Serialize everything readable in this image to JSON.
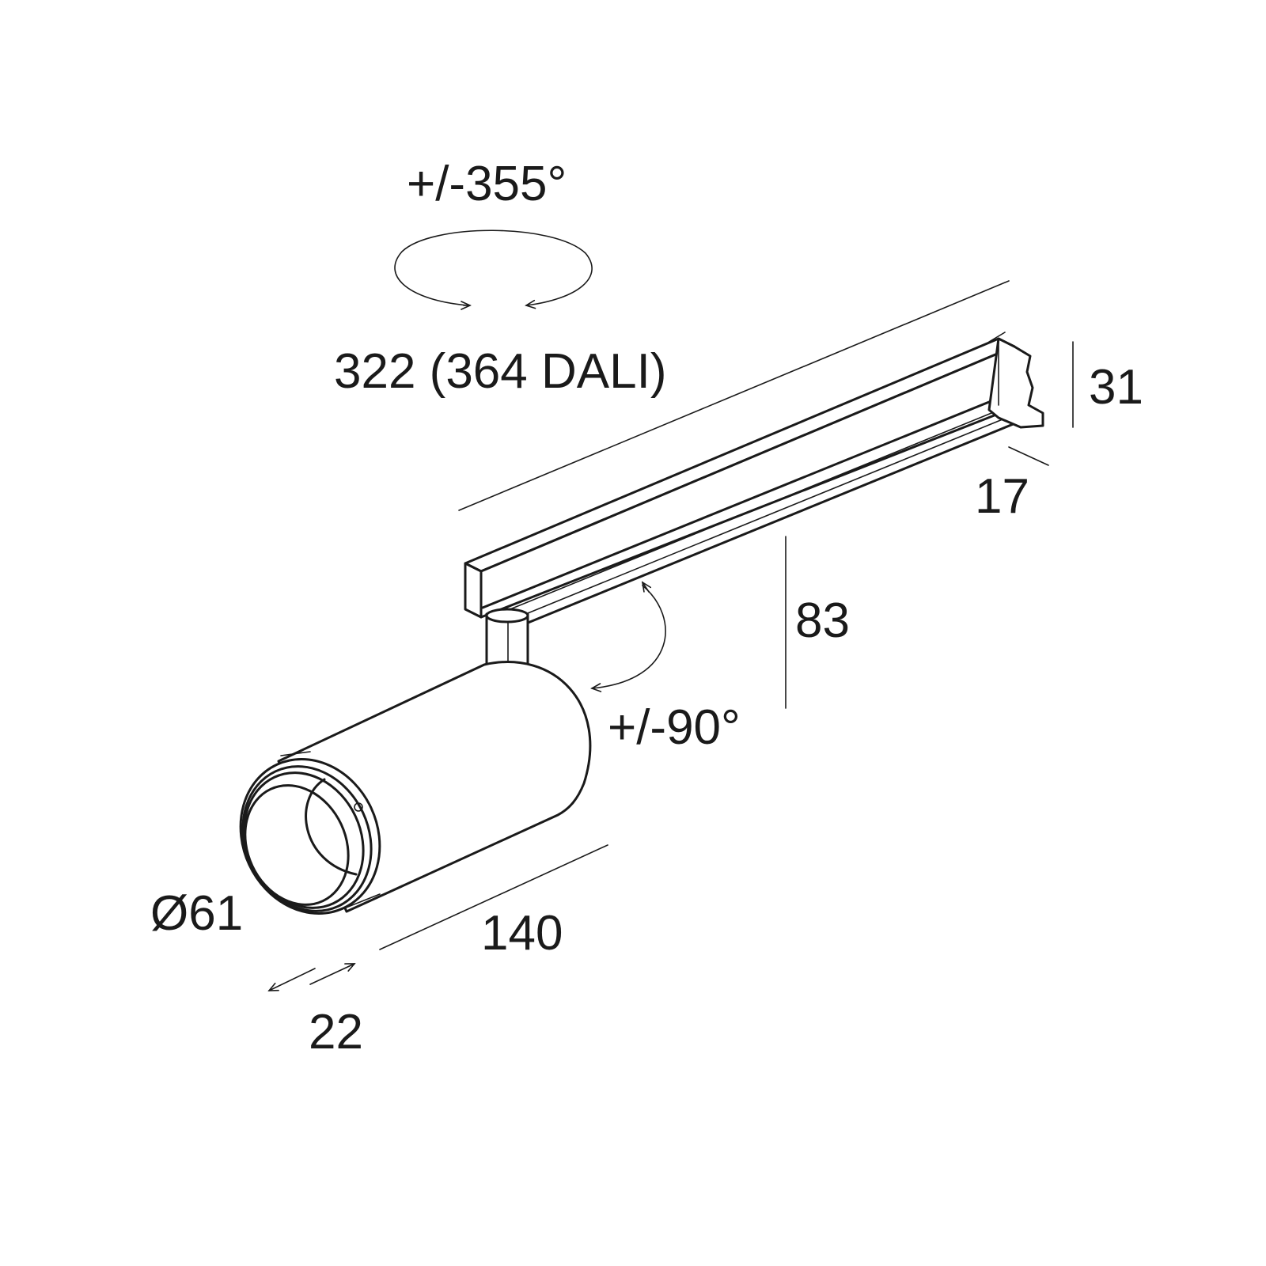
{
  "diagram": {
    "labels": {
      "rotation_horizontal": "+/-355°",
      "track_length": "322 (364 DALI)",
      "track_height": "31",
      "track_width": "17",
      "total_height": "83",
      "rotation_vertical": "+/-90°",
      "diameter": "Ø61",
      "body_length": "140",
      "zoom_travel": "22"
    },
    "colors": {
      "ink": "#1a1a1a",
      "background": "#ffffff"
    }
  }
}
